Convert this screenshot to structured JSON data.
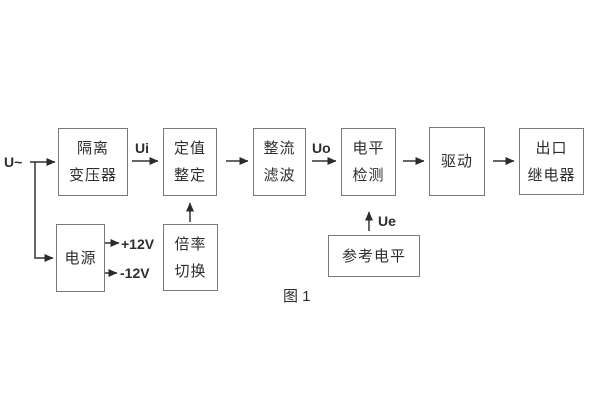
{
  "figure": {
    "caption": "图 1",
    "labels": {
      "input_voltage": "U~",
      "ui": "Ui",
      "uo": "Uo",
      "ue": "Ue",
      "plus_12v": "+12V",
      "minus_12v": "-12V"
    },
    "blocks": {
      "isolation_transformer": {
        "line1": "隔离",
        "line2": "变压器"
      },
      "setting_adjust": {
        "line1": "定值",
        "line2": "整定"
      },
      "rectifier_filter": {
        "line1": "整流",
        "line2": "滤波"
      },
      "level_detection": {
        "line1": "电平",
        "line2": "检测"
      },
      "driver": {
        "label": "驱动"
      },
      "output_relay": {
        "line1": "出口",
        "line2": "继电器"
      },
      "power_supply": {
        "label": "电源"
      },
      "ratio_switch": {
        "line1": "倍率",
        "line2": "切换"
      },
      "reference_level": {
        "label": "参考电平"
      }
    },
    "colors": {
      "background": "#ffffff",
      "box_border": "#7a7a7a",
      "wire": "#333333",
      "text": "#2e2e2e"
    }
  }
}
